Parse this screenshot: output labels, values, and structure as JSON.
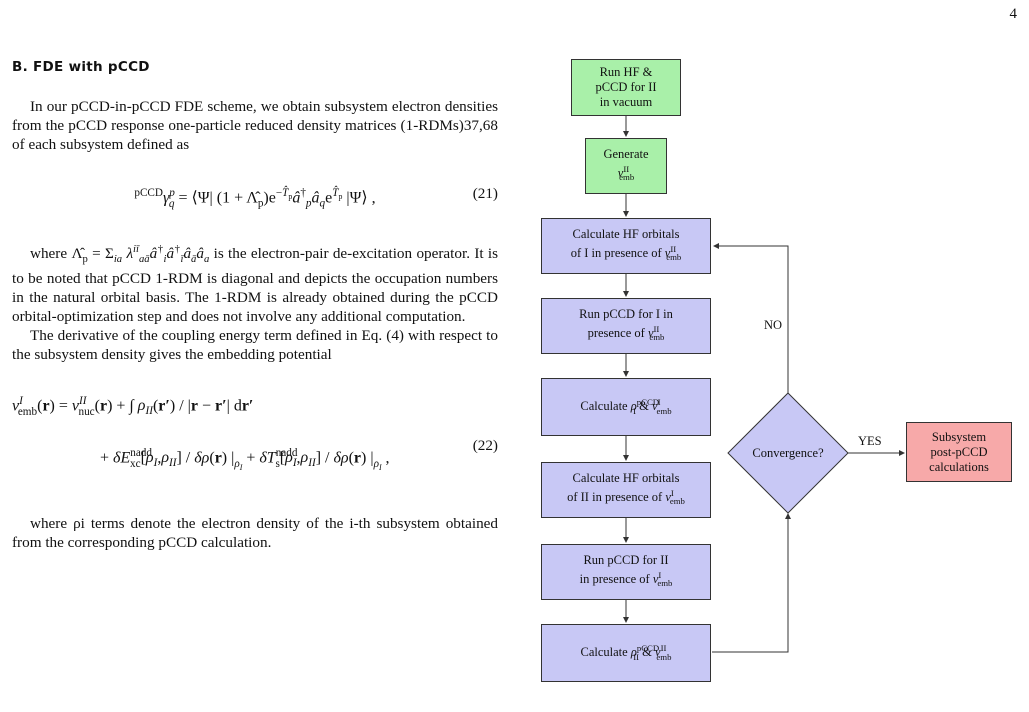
{
  "page_number": "4",
  "section_title": "B.   FDE with pCCD",
  "para1": "In our pCCD-in-pCCD FDE scheme, we obtain subsystem electron densities from the pCCD response one-particle reduced density matrices (1-RDMs)37,68 of each subsystem defined as",
  "eq21_number": "(21)",
  "para2": "where Λ̂p = Σia λ the electron-pair de-excitation operator. It is to be noted that pCCD 1-RDM is diagonal and depicts the occupation numbers in the natural orbital basis. The 1-RDM is already obtained during the pCCD orbital-optimization step and does not involve any additional computation.",
  "para2_a": "where",
  "para2_b": "is the electron-pair de-excitation operator. It is to be noted that pCCD 1-RDM is diagonal and depicts the occupation numbers in the natural orbital basis. The 1-RDM is already obtained during the pCCD orbital-optimization step and does not involve any additional computation.",
  "para3": "The derivative of the coupling energy term defined in Eq. (4) with respect to the subsystem density gives the embedding potential",
  "eq22_number": "(22)",
  "para4": "where ρi terms denote the electron density of the i-th subsystem obtained from the corresponding pCCD calculation.",
  "flowchart": {
    "start": [
      "Run HF &",
      "pCCD for II",
      "in vacuum"
    ],
    "generate": "Generate",
    "hf_I": [
      "Calculate HF orbitals",
      "of I in presence of"
    ],
    "pccd_I": [
      "Run pCCD for I in",
      "presence of"
    ],
    "calc_rho_I": "Calculate",
    "hf_II": [
      "Calculate HF orbitals",
      "of II in presence of"
    ],
    "pccd_II": [
      "Run pCCD for II",
      "in presence of"
    ],
    "calc_rho_II": "Calculate",
    "decision": "Convergence?",
    "no_label": "NO",
    "yes_label": "YES",
    "end": [
      "Subsystem",
      "post-pCCD",
      "calculations"
    ]
  },
  "colors": {
    "start": "#a9f0a9",
    "process": "#c8c8f5",
    "end": "#f7a9a9"
  }
}
